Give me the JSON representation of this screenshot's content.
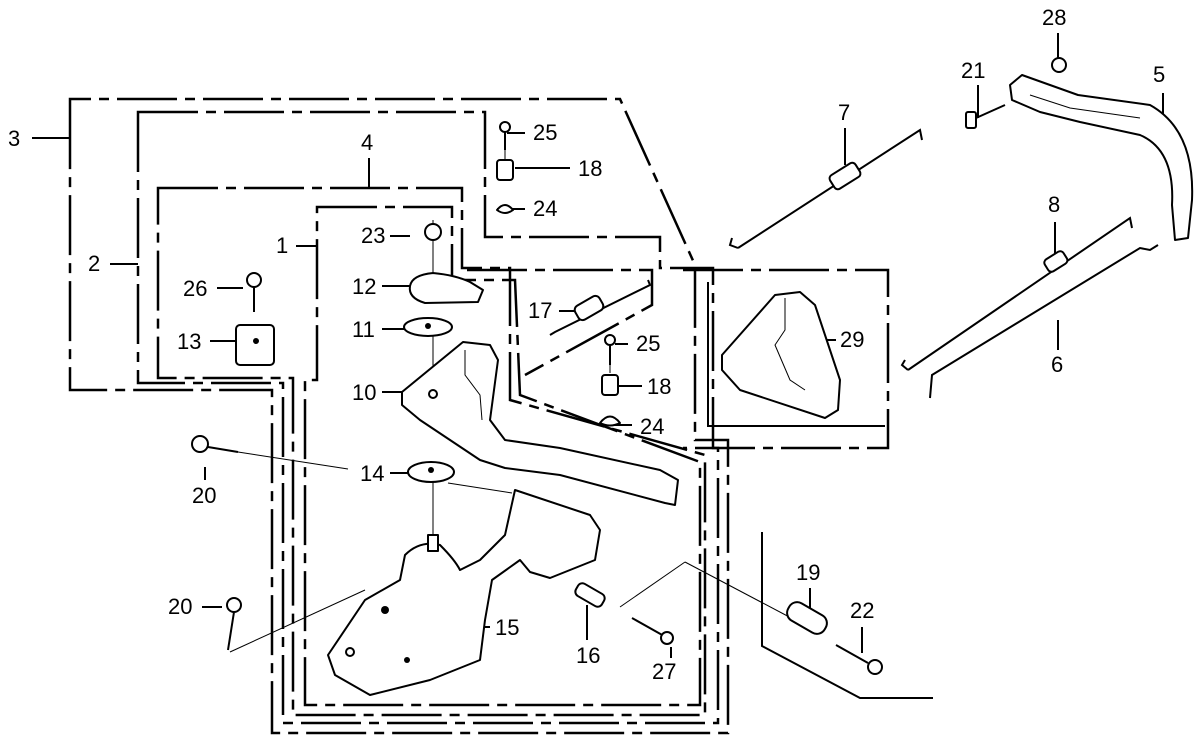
{
  "diagram": {
    "type": "exploded-parts-diagram",
    "subject": "control lever / base bracket assembly",
    "background": "#ffffff",
    "line_color": "#000000",
    "callouts": [
      {
        "id": "c1",
        "label": "1"
      },
      {
        "id": "c2",
        "label": "2"
      },
      {
        "id": "c3",
        "label": "3"
      },
      {
        "id": "c4",
        "label": "4"
      },
      {
        "id": "c5",
        "label": "5"
      },
      {
        "id": "c6",
        "label": "6"
      },
      {
        "id": "c7",
        "label": "7"
      },
      {
        "id": "c8",
        "label": "8"
      },
      {
        "id": "c10",
        "label": "10"
      },
      {
        "id": "c11",
        "label": "11"
      },
      {
        "id": "c12",
        "label": "12"
      },
      {
        "id": "c13",
        "label": "13"
      },
      {
        "id": "c14",
        "label": "14"
      },
      {
        "id": "c15",
        "label": "15"
      },
      {
        "id": "c16",
        "label": "16"
      },
      {
        "id": "c17",
        "label": "17"
      },
      {
        "id": "c18a",
        "label": "18"
      },
      {
        "id": "c18b",
        "label": "18"
      },
      {
        "id": "c19",
        "label": "19"
      },
      {
        "id": "c20a",
        "label": "20"
      },
      {
        "id": "c20b",
        "label": "20"
      },
      {
        "id": "c21",
        "label": "21"
      },
      {
        "id": "c22",
        "label": "22"
      },
      {
        "id": "c23",
        "label": "23"
      },
      {
        "id": "c24a",
        "label": "24"
      },
      {
        "id": "c24b",
        "label": "24"
      },
      {
        "id": "c25a",
        "label": "25"
      },
      {
        "id": "c25b",
        "label": "25"
      },
      {
        "id": "c26",
        "label": "26"
      },
      {
        "id": "c27",
        "label": "27"
      },
      {
        "id": "c28",
        "label": "28"
      },
      {
        "id": "c29",
        "label": "29"
      }
    ]
  }
}
